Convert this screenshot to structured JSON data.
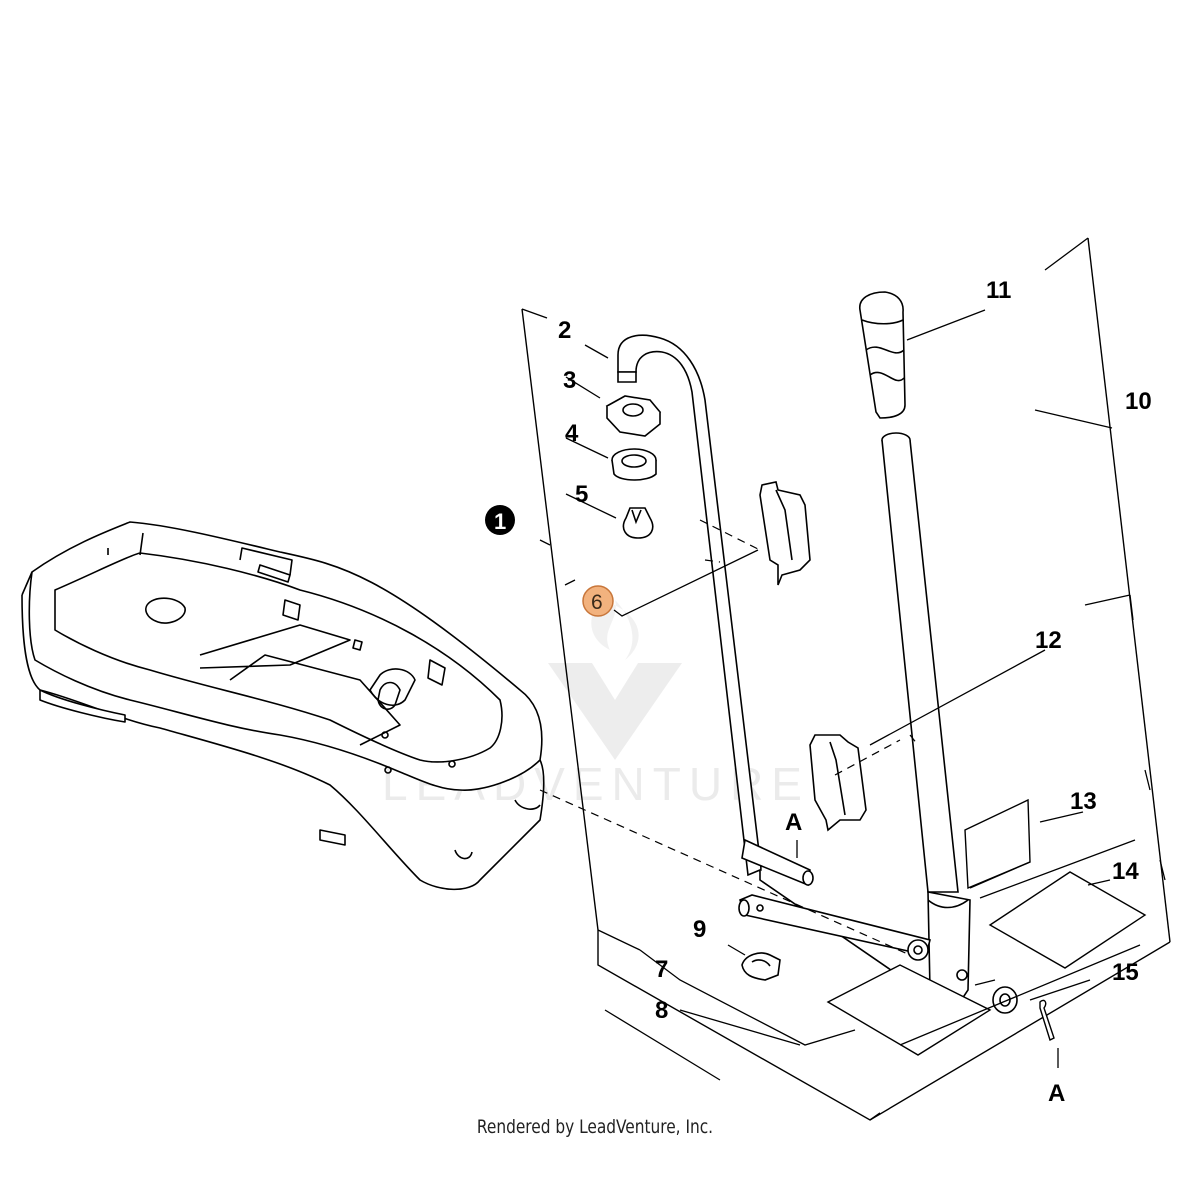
{
  "callouts": {
    "c1": "1",
    "c2": "2",
    "c3": "3",
    "c4": "4",
    "c5": "5",
    "c6": "6",
    "c7": "7",
    "c8": "8",
    "c9": "9",
    "c10": "10",
    "c11": "11",
    "c12": "12",
    "c13": "13",
    "c14": "14",
    "c15": "15"
  },
  "markers": {
    "a_upper": "A",
    "a_lower": "A"
  },
  "watermark": "LEADVENTURE",
  "footer": "Rendered by LeadVenture, Inc.",
  "colors": {
    "highlight_fill": "#f2b27e",
    "highlight_stroke": "#c8763a",
    "line": "#000000"
  }
}
